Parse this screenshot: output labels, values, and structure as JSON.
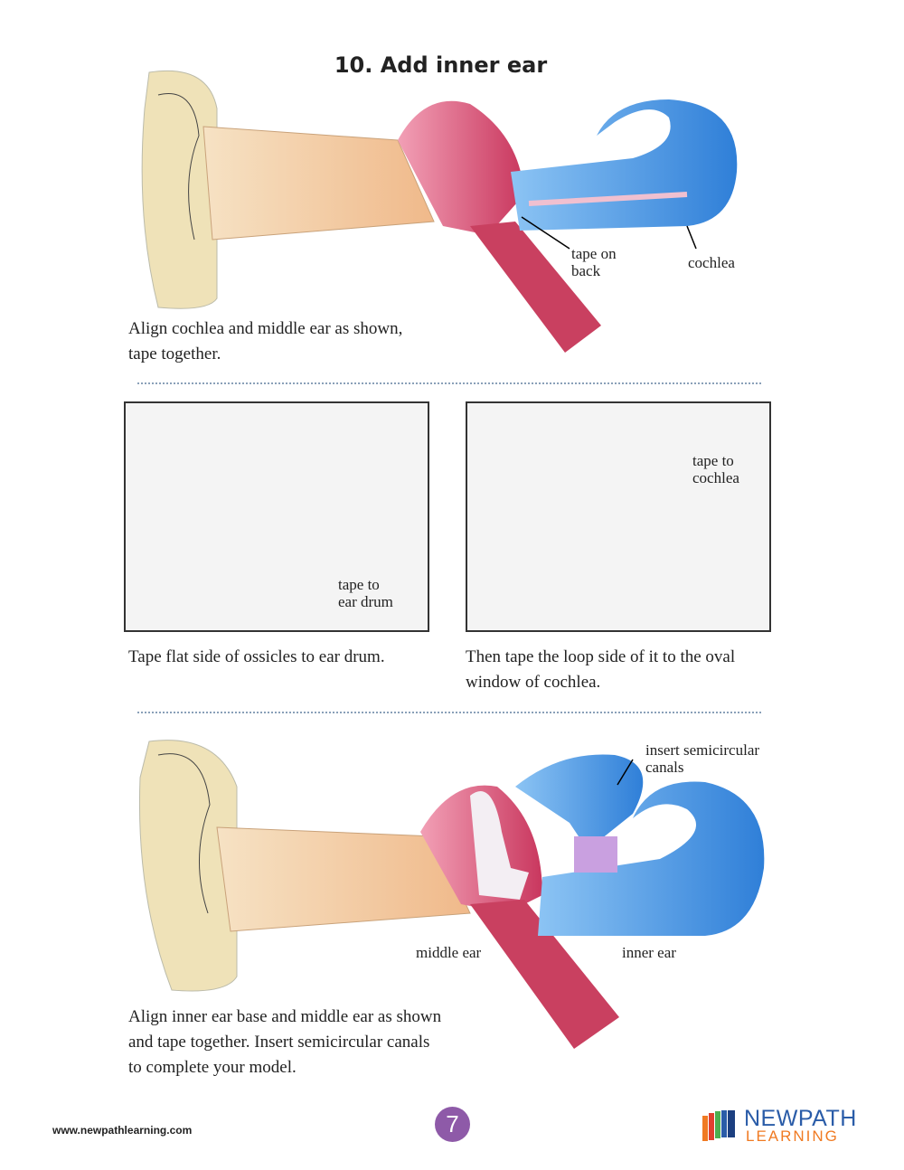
{
  "title": "10.  Add inner ear",
  "step1": {
    "labels": {
      "tape_on_back": [
        "tape on",
        "back"
      ],
      "cochlea": "cochlea"
    },
    "caption": [
      "Align cochlea and middle ear as shown,",
      "tape together."
    ]
  },
  "step2": {
    "left": {
      "label": [
        "tape to",
        "ear drum"
      ],
      "caption": "Tape flat side of ossicles to ear drum."
    },
    "right": {
      "label": [
        "tape to",
        "cochlea"
      ],
      "caption": [
        "Then tape the loop side of it to the oval",
        "window of cochlea."
      ]
    }
  },
  "step3": {
    "labels": {
      "insert": [
        "insert semicircular",
        "canals"
      ],
      "middle_ear": "middle ear",
      "inner_ear": "inner ear"
    },
    "caption": [
      "Align inner ear base and middle ear as shown",
      "and tape together. Insert semicircular canals",
      "to complete your model."
    ]
  },
  "footer": {
    "url": "www.newpathlearning.com",
    "page": "7",
    "logo_top": "NEWPATH",
    "logo_bottom": "LEARNING"
  },
  "colors": {
    "ear": "#efe2b8",
    "canal": "#f2c08a",
    "middle": "#d94f72",
    "cochlea": "#3f8fe0",
    "page_badge": "#8e5aa8"
  }
}
